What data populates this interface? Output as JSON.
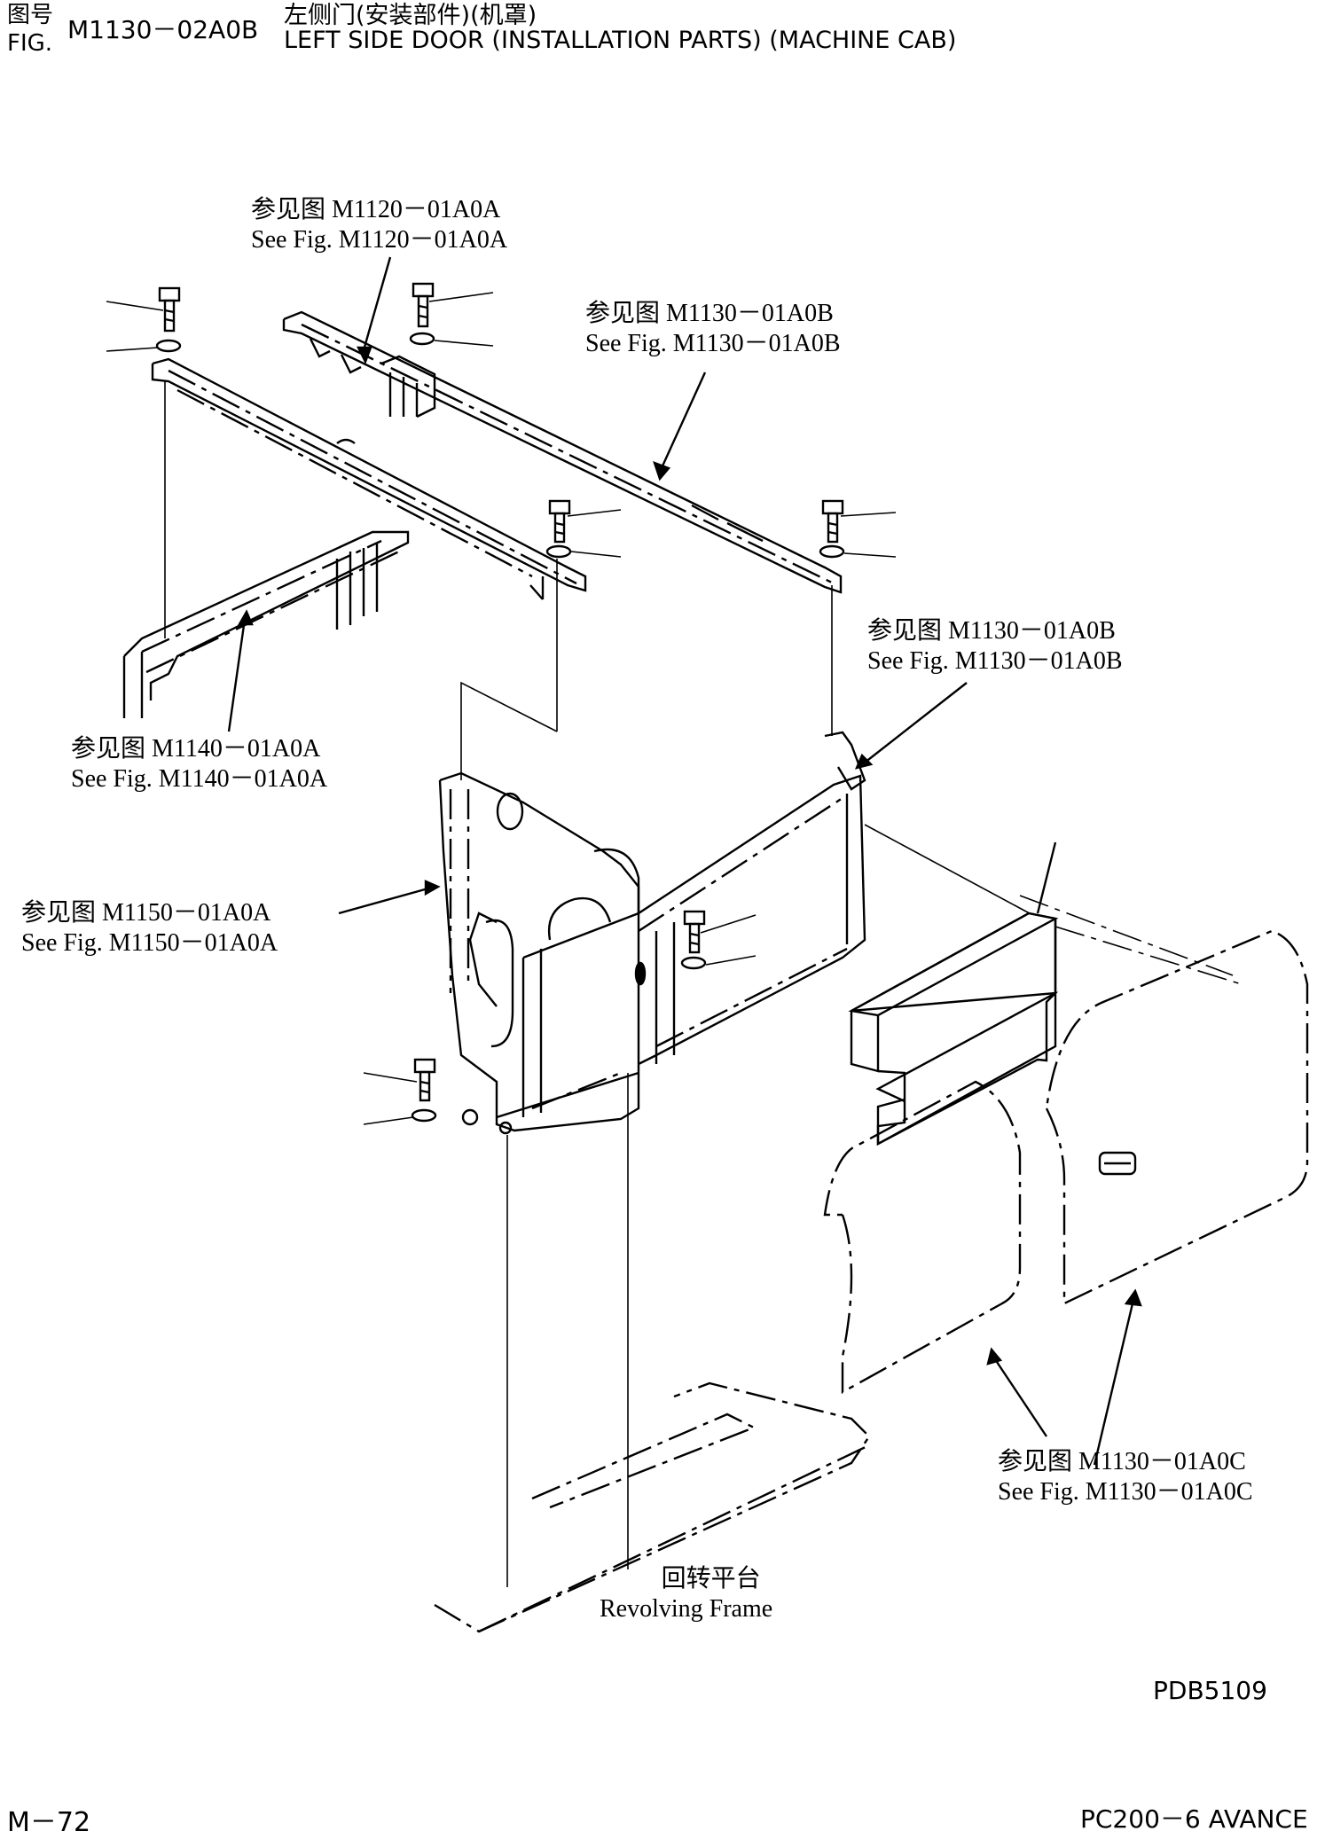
{
  "header": {
    "fig_cn": "图号",
    "fig_en": "FIG.",
    "fig_number": "M1130－02A0B",
    "title_cn": "左侧门(安装部件)(机罩)",
    "title_en": "LEFT SIDE DOOR (INSTALLATION PARTS) (MACHINE CAB)"
  },
  "callouts": [
    {
      "cn": "参见图 M1120－01A0A",
      "en": "See Fig. M1120－01A0A"
    },
    {
      "cn": "参见图 M1130－01A0B",
      "en": "See Fig. M1130－01A0B"
    },
    {
      "cn": "参见图 M1140－01A0A",
      "en": "See Fig. M1140－01A0A"
    },
    {
      "cn": "参见图 M1130－01A0B",
      "en": "See Fig. M1130－01A0B"
    },
    {
      "cn": "参见图 M1150－01A0A",
      "en": "See Fig. M1150－01A0A"
    },
    {
      "cn": "参见图 M1130－01A0C",
      "en": "See Fig. M1130－01A0C"
    }
  ],
  "frame_label": {
    "cn": "回转平台",
    "en": "Revolving Frame"
  },
  "drawing_code": "PDB5109",
  "page_number": "M－72",
  "model": "PC200－6 AVANCE"
}
